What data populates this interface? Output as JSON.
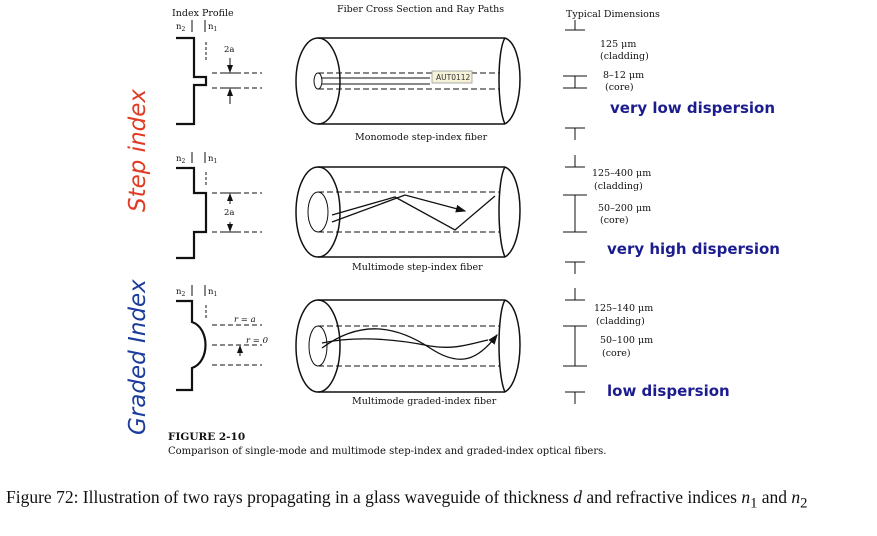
{
  "headers": {
    "index_profile": "Index Profile",
    "cross_section": "Fiber Cross Section and Ray Paths",
    "dimensions": "Typical Dimensions"
  },
  "side_labels": {
    "step": "Step index",
    "graded": "Graded Index",
    "step_color": "#e03b24",
    "graded_color": "#1d3d9c"
  },
  "profile_labels": {
    "n2": "n",
    "n2_sub": "2",
    "n1": "n",
    "n1_sub": "1",
    "two_a": "2a",
    "r_a": "r = a",
    "r_0": "r = 0"
  },
  "fibers": [
    {
      "caption": "Monomode step-index fiber",
      "cladding_dim": "125 μm",
      "cladding_label": "(cladding)",
      "core_dim": "8–12 μm",
      "core_label": "(core)",
      "dispersion": "very low dispersion",
      "tag": "AUT0112"
    },
    {
      "caption": "Multimode step-index fiber",
      "cladding_dim": "125–400 μm",
      "cladding_label": "(cladding)",
      "core_dim": "50–200 μm",
      "core_label": "(core)",
      "dispersion": "very high dispersion"
    },
    {
      "caption": "Multimode graded-index fiber",
      "cladding_dim": "125–140 μm",
      "cladding_label": "(cladding)",
      "core_dim": "50–100 μm",
      "core_label": "(core)",
      "dispersion": "low dispersion"
    }
  ],
  "figure_label": "FIGURE 2-10",
  "figure_description": "Comparison of single-mode and multimode step-index and graded-index optical fibers.",
  "caption": {
    "prefix": "Figure 72: Illustration of two rays propagating in a glass waveguide of thickness ",
    "d": "d",
    "middle": " and refractive indices ",
    "n1": "n",
    "n1_sub": "1",
    "and": " and ",
    "n2": "n",
    "n2_sub": "2"
  },
  "colors": {
    "dispersion": "#1c1c8f",
    "line": "#111111"
  }
}
